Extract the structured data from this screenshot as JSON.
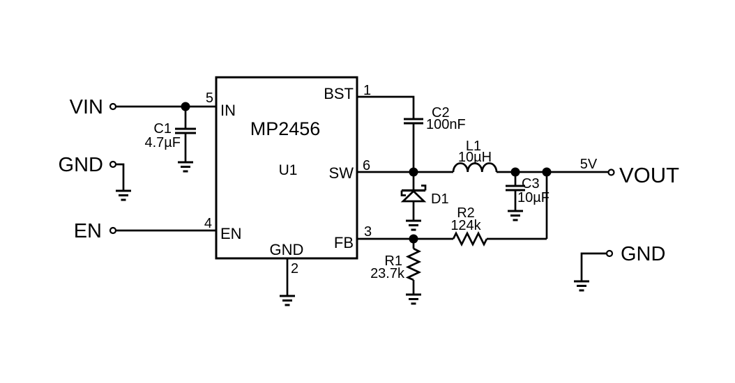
{
  "colors": {
    "line": "#000000",
    "background": "#ffffff"
  },
  "ic": {
    "part": "MP2456",
    "refdes": "U1",
    "pins": [
      {
        "num": "5",
        "name": "IN"
      },
      {
        "num": "4",
        "name": "EN"
      },
      {
        "num": "2",
        "name": "GND"
      },
      {
        "num": "1",
        "name": "BST"
      },
      {
        "num": "6",
        "name": "SW"
      },
      {
        "num": "3",
        "name": "FB"
      }
    ]
  },
  "terminals": {
    "vin": "VIN",
    "gnd_left": "GND",
    "en": "EN",
    "vout": "VOUT",
    "gnd_right": "GND",
    "output_voltage": "5V"
  },
  "components": {
    "c1": {
      "ref": "C1",
      "value": "4.7µF"
    },
    "c2": {
      "ref": "C2",
      "value": "100nF"
    },
    "c3": {
      "ref": "C3",
      "value": "10µF"
    },
    "l1": {
      "ref": "L1",
      "value": "10µH"
    },
    "d1": {
      "ref": "D1"
    },
    "r1": {
      "ref": "R1",
      "value": "23.7k"
    },
    "r2": {
      "ref": "R2",
      "value": "124k"
    }
  }
}
